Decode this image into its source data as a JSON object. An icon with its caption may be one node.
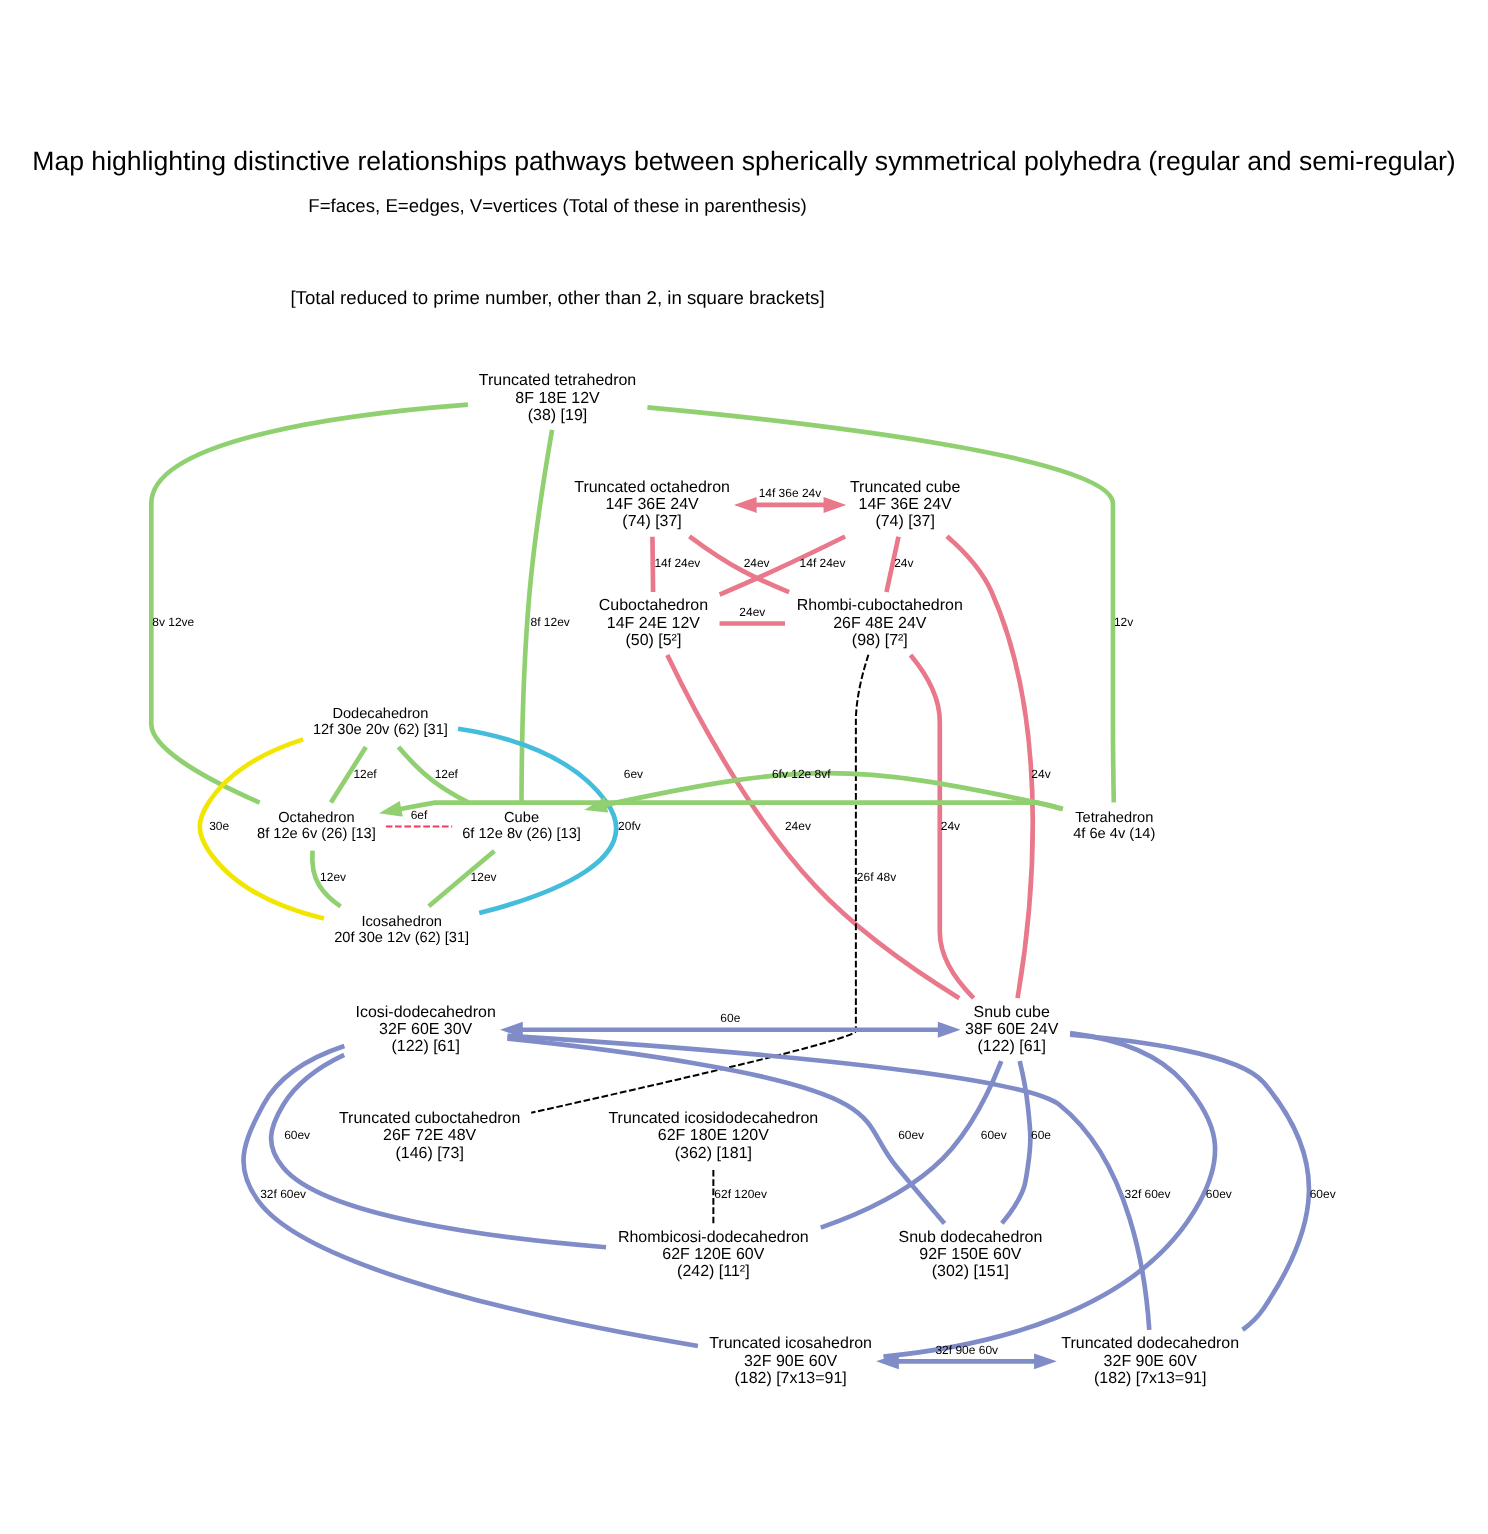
{
  "diagram": {
    "title": "Map highlighting distinctive relationships pathways between spherically symmetrical polyhedra (regular and semi-regular)",
    "nodes": [
      {
        "text": [
          "Truncated tetrahedron",
          "8F 18E 12V",
          "(38) [19]"
        ]
      },
      {
        "text": [
          "Truncated octahedron",
          "14F 36E 24V",
          "(74) [37]"
        ]
      },
      {
        "text": [
          "Truncated cube",
          "14F 36E 24V",
          "(74) [37]"
        ]
      },
      {
        "text": [
          "Cuboctahedron",
          "14F 24E 12V",
          "(50) [5²]"
        ]
      },
      {
        "text": [
          "Rhombi-cuboctahedron",
          "26F 48E 24V",
          "(98) [7²]"
        ]
      },
      {
        "text": [
          "Dodecahedron",
          "12f 30e 20v (62) [31]"
        ]
      },
      {
        "text": [
          "Octahedron",
          "8f 12e 6v (26) [13]"
        ]
      },
      {
        "text": [
          "Tetrahedron",
          "4f 6e 4v (14)"
        ]
      },
      {
        "text": [
          "Cube",
          "6f 12e 8v (26) [13]"
        ]
      },
      {
        "text": [
          "Icosahedron",
          "20f 30e 12v (62) [31]"
        ]
      },
      {
        "text": [
          "Icosi-dodecahedron",
          "32F 60E 30V",
          "(122) [61]"
        ]
      },
      {
        "text": [
          "Snub cube",
          "38F 60E 24V",
          "(122) [61]"
        ]
      },
      {
        "text": [
          "Truncated cuboctahedron",
          "26F 72E 48V",
          "(146) [73]"
        ]
      },
      {
        "text": [
          "Truncated icosidodecahedron",
          "62F 180E 120V",
          "(362) [181]"
        ]
      },
      {
        "text": [
          "Rhombicosi-dodecahedron",
          "62F 120E 60V",
          "(242) [11²]"
        ]
      },
      {
        "text": [
          "Snub dodecahedron",
          "92F 150E 60V",
          "(302) [151]"
        ]
      },
      {
        "text": [
          "Truncated icosahedron",
          "32F 90E 60V",
          "(182) [7x13=91]"
        ]
      },
      {
        "text": [
          "Truncated dodecahedron",
          "32F 90E 60V",
          "(182) [7x13=91]"
        ]
      }
    ],
    "edges": [
      {
        "from": 2,
        "to": 1,
        "arrow": "both",
        "label": "14f 36e 24v",
        "color": "#e8788a"
      },
      {
        "from": 1,
        "to": 3,
        "arrow": "none",
        "label": "14f 24ev",
        "color": "#e8788a"
      },
      {
        "from": 1,
        "to": 4,
        "arrow": "none",
        "label": "24ev",
        "color": "#e8788a"
      },
      {
        "from": 3,
        "to": 2,
        "arrow": "none",
        "label": "14f 24ev",
        "color": "#e8788a"
      },
      {
        "from": 3,
        "to": 4,
        "arrow": "none",
        "label": "24ev",
        "color": "#e8788a"
      },
      {
        "from": 3,
        "to": 11,
        "arrow": "none",
        "label": "24ev",
        "color": "#e8788a"
      },
      {
        "from": 2,
        "to": 4,
        "arrow": "none",
        "label": "24v",
        "color": "#e8788a"
      },
      {
        "from": 2,
        "to": 11,
        "arrow": "none",
        "label": "24v",
        "color": "#e8788a"
      },
      {
        "from": 4,
        "to": 11,
        "arrow": "none",
        "label": "24v",
        "color": "#e8788a"
      },
      {
        "from": 0,
        "to": 6,
        "arrow": "none",
        "label": "8v 12ve",
        "color": "#90d070"
      },
      {
        "from": 0,
        "to": 7,
        "arrow": "none",
        "label": "12v",
        "color": "#90d070"
      },
      {
        "from": 0,
        "to": 8,
        "arrow": "none",
        "label": "8f 12ev",
        "color": "#90d070"
      },
      {
        "from": 5,
        "to": 6,
        "arrow": "none",
        "label": "12ef",
        "color": "#90d070"
      },
      {
        "from": 5,
        "to": 8,
        "arrow": "none",
        "label": "12ef",
        "color": "#90d070"
      },
      {
        "from": 5,
        "to": 9,
        "arrow": "none",
        "label": "20fv",
        "color": "#44bcdc"
      },
      {
        "from": 5,
        "to": 9,
        "arrow": "none",
        "label": "30e",
        "color": "#f2e600"
      },
      {
        "from": 7,
        "to": 6,
        "arrow": "to",
        "label": "6ev",
        "color": "#90d070"
      },
      {
        "from": 7,
        "to": 8,
        "arrow": "to",
        "label": "6fv 12e 8vf",
        "color": "#90d070"
      },
      {
        "from": 6,
        "to": 8,
        "arrow": "none",
        "label": "6ef",
        "style": "dashed",
        "color": "#f03c64"
      },
      {
        "from": 6,
        "to": 9,
        "arrow": "none",
        "label": "12ev",
        "color": "#90d070"
      },
      {
        "from": 8,
        "to": 9,
        "arrow": "none",
        "label": "12ev",
        "color": "#90d070"
      },
      {
        "from": 11,
        "to": 10,
        "arrow": "both",
        "label": "60e"
      },
      {
        "from": 10,
        "to": 15,
        "arrow": "none",
        "label": "60ev"
      },
      {
        "from": 10,
        "to": 17,
        "arrow": "none",
        "label": "32f 60ev"
      },
      {
        "from": 10,
        "to": 14,
        "arrow": "none",
        "label": "60ev"
      },
      {
        "from": 10,
        "to": 16,
        "arrow": "none",
        "label": "32f 60ev"
      },
      {
        "from": 11,
        "to": 14,
        "arrow": "none",
        "label": "60ev"
      },
      {
        "from": 11,
        "to": 16,
        "arrow": "none",
        "label": "60ev"
      },
      {
        "from": 11,
        "to": 17,
        "arrow": "none",
        "label": "60ev"
      },
      {
        "from": 11,
        "to": 15,
        "arrow": "none",
        "label": "60e"
      },
      {
        "from": 16,
        "to": 17,
        "arrow": "both",
        "label": "32f 90e 60v"
      },
      {
        "from": 4,
        "to": 12,
        "arrow": "none",
        "label": "26f 48v",
        "style": "dashed",
        "color": "#000000"
      },
      {
        "from": 14,
        "to": 13,
        "arrow": "none",
        "label": "62f 120ev",
        "style": "dashed",
        "color": "#000000"
      }
    ],
    "labels": [
      "F=faces, E=edges, V=vertices (Total of these in parenthesis)",
      "[Total reduced to prime number, other than 2, in square brackets]"
    ]
  }
}
